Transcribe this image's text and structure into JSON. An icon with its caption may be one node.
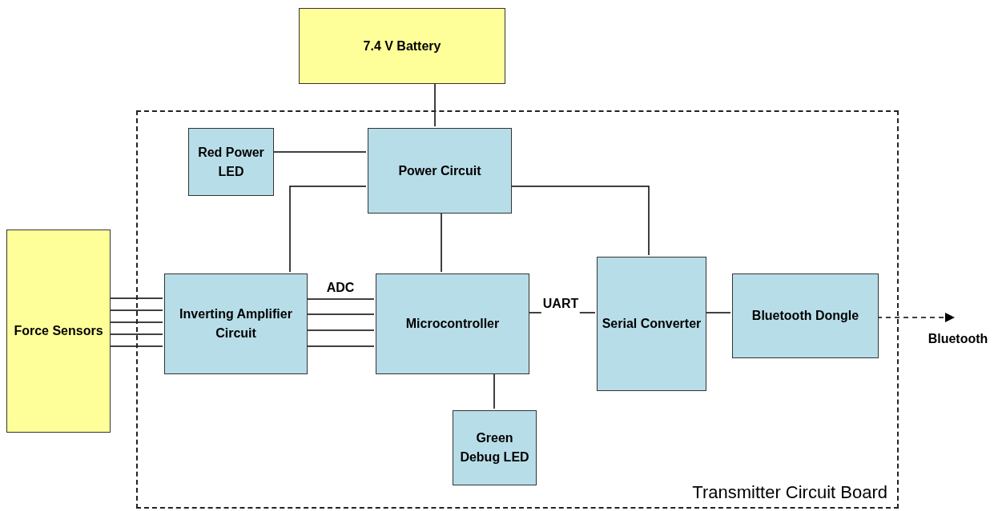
{
  "diagram": {
    "nodes": [
      {
        "text": [
          "7.4 V Battery"
        ]
      },
      {
        "text": [
          "Transmitter Circuit Board"
        ]
      },
      {
        "text": [
          "Red Power LED"
        ],
        "in": 1
      },
      {
        "text": [
          "Power Circuit"
        ],
        "in": 1
      },
      {
        "text": [
          "Force Sensors"
        ]
      },
      {
        "text": [
          "Inverting Amplifier Circuit"
        ],
        "in": 1
      },
      {
        "text": [
          "Microcontroller"
        ],
        "in": 1
      },
      {
        "text": [
          "Green Debug LED"
        ],
        "in": 1
      },
      {
        "text": [
          "Serial Converter"
        ],
        "in": 1
      },
      {
        "text": [
          "Bluetooth Dongle"
        ],
        "in": 1
      }
    ],
    "edges": [
      {
        "from": 0,
        "to": 3,
        "arrow": "none"
      },
      {
        "from": 2,
        "to": 3,
        "arrow": "none"
      },
      {
        "from": 3,
        "to": 5,
        "arrow": "none"
      },
      {
        "from": 3,
        "to": 6,
        "arrow": "none"
      },
      {
        "from": 3,
        "to": 8,
        "arrow": "none"
      },
      {
        "from": 4,
        "to": 5,
        "arrow": "none"
      },
      {
        "from": 4,
        "to": 5,
        "arrow": "none"
      },
      {
        "from": 4,
        "to": 5,
        "arrow": "none"
      },
      {
        "from": 4,
        "to": 5,
        "arrow": "none"
      },
      {
        "from": 4,
        "to": 5,
        "arrow": "none"
      },
      {
        "from": 5,
        "to": 6,
        "arrow": "none",
        "label": "ADC"
      },
      {
        "from": 5,
        "to": 6,
        "arrow": "none"
      },
      {
        "from": 5,
        "to": 6,
        "arrow": "none"
      },
      {
        "from": 5,
        "to": 6,
        "arrow": "none"
      },
      {
        "from": 6,
        "to": 7,
        "arrow": "none"
      },
      {
        "from": 6,
        "to": 8,
        "arrow": "none",
        "label": "UART"
      },
      {
        "from": 8,
        "to": 9,
        "arrow": "none"
      },
      {
        "from": 9,
        "to": null,
        "arrow": "to",
        "style": "dashed",
        "label": "Bluetooth"
      }
    ]
  }
}
